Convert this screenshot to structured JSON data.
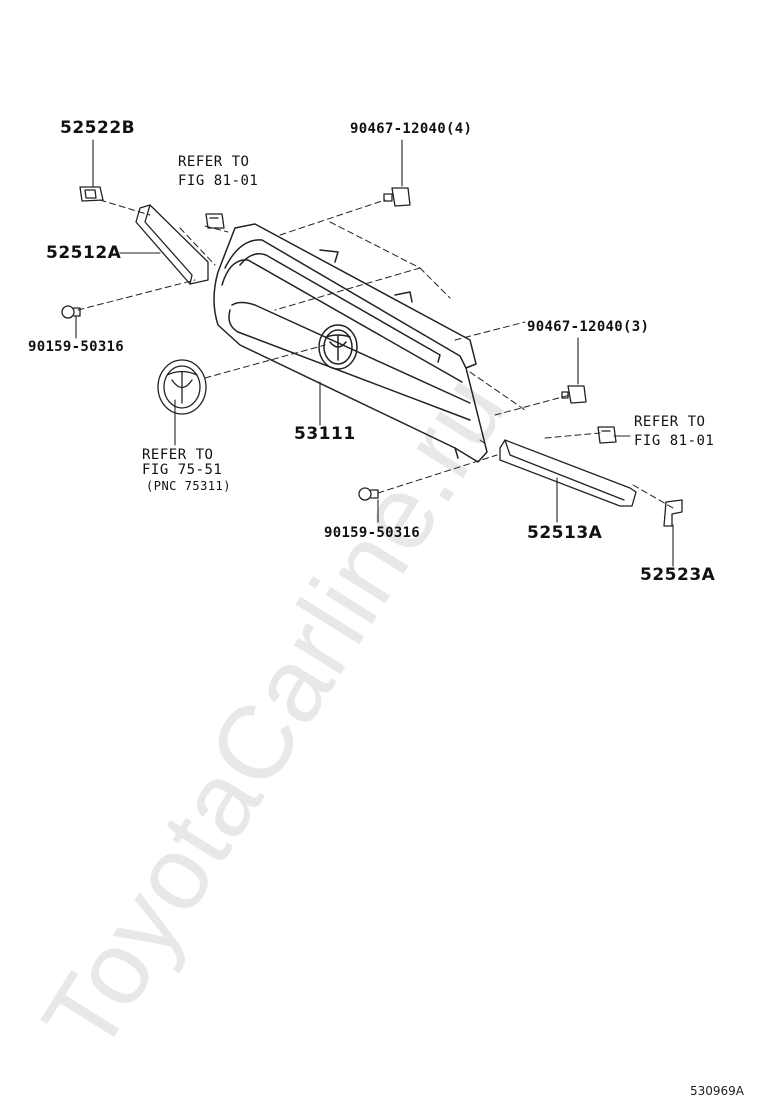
{
  "watermark": "ToyotaCarline.ru",
  "diagram_code": "530969A",
  "labels": {
    "p52522B": "52522B",
    "refer_to_1": "REFER TO",
    "fig_81_01_a": "FIG 81-01",
    "p90467_4": "90467-12040(4)",
    "p52512A": "52512A",
    "p90159_a": "90159-50316",
    "p90467_3": "90467-12040(3)",
    "refer_to_2": "REFER TO",
    "fig_81_01_b": "FIG 81-01",
    "refer_to_3": "REFER TO",
    "fig_75_51": "FIG 75-51",
    "pnc_75311": "(PNC 75311)",
    "p53111": "53111",
    "p90159_b": "90159-50316",
    "p52513A": "52513A",
    "p52523A": "52523A"
  }
}
